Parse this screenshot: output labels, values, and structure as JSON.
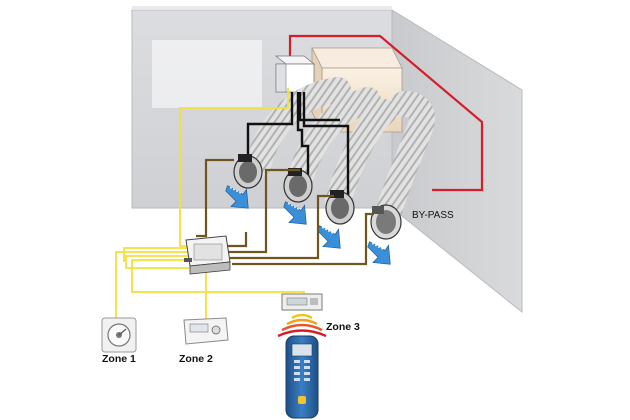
{
  "labels": {
    "zone1": "Zone 1",
    "zone2": "Zone 2",
    "zone3": "Zone 3",
    "bypass": "BY-PASS"
  },
  "colors": {
    "wall": "#d8d9db",
    "wall_side": "#c6c7ca",
    "wire_red": "#d41f2a",
    "wire_yellow": "#f2e13a",
    "wire_brown": "#6e5522",
    "wire_black": "#111111",
    "airflow": "#3b8fd8",
    "remote_body": "#2f6fb3"
  },
  "icons": {
    "plenum": "plenum-box-icon",
    "controller": "control-unit-icon",
    "thermostat_round": "round-thermostat-icon",
    "thermostat_rect": "rect-thermostat-icon",
    "thermostat_receiver": "receiver-thermostat-icon",
    "remote": "remote-control-icon",
    "damper": "motorized-damper-icon",
    "arrow": "airflow-arrow-icon"
  }
}
